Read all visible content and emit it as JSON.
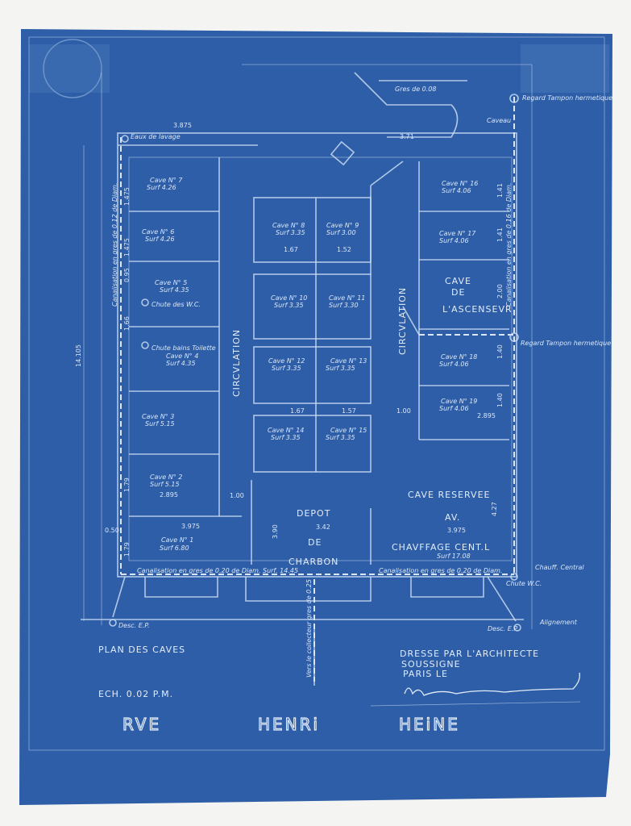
{
  "colors": {
    "paper": "#2d5ea7",
    "line": "#c9dbf3",
    "background": "#f4f4f2"
  },
  "title": "PLAN DES CAVES",
  "scale": "ECH. 0.02 P.M.",
  "street": [
    "RVE",
    "HENRi",
    "HEiNE"
  ],
  "architect": {
    "line1": "DRESSE PAR L'ARCHITECTE",
    "line2": "SOUSSIGNE",
    "line3": "PARIS LE",
    "signature": "Hector Guimard"
  },
  "rooms": [
    {
      "name": "Cave N° 7",
      "surf": "Surf 4.26"
    },
    {
      "name": "Cave N° 6",
      "surf": "Surf 4.26"
    },
    {
      "name": "Cave N° 5",
      "surf": "Surf 4.35"
    },
    {
      "name": "Cave N° 4",
      "surf": "Surf 4.35"
    },
    {
      "name": "Cave N° 3",
      "surf": "Surf 5.15"
    },
    {
      "name": "Cave N° 2",
      "surf": "Surf 5.15"
    },
    {
      "name": "Cave N° 1",
      "surf": "Surf 6.80"
    },
    {
      "name": "Cave N° 8",
      "surf": "Surf 3.35"
    },
    {
      "name": "Cave N° 9",
      "surf": "Surf 3.00"
    },
    {
      "name": "Cave N° 10",
      "surf": "Surf 3.35"
    },
    {
      "name": "Cave N° 11",
      "surf": "Surf 3.30"
    },
    {
      "name": "Cave N° 12",
      "surf": "Surf 3.35"
    },
    {
      "name": "Cave N° 13",
      "surf": "Surf 3.35"
    },
    {
      "name": "Cave N° 14",
      "surf": "Surf 3.35"
    },
    {
      "name": "Cave N° 15",
      "surf": "Surf 3.35"
    },
    {
      "name": "Cave N° 16",
      "surf": "Surf 4.06"
    },
    {
      "name": "Cave N° 17",
      "surf": "Surf 4.06"
    },
    {
      "name": "Cave N° 18",
      "surf": "Surf 4.06"
    },
    {
      "name": "Cave N° 19",
      "surf": "Surf 4.06"
    }
  ],
  "labels": {
    "circ": "CIRCVLATION",
    "cave_asc": [
      "CAVE",
      "DE",
      "L'ASCENSEVR"
    ],
    "depot": [
      "DEPOT",
      "DE",
      "CHARBON"
    ],
    "reserve": [
      "CAVE RESERVEE",
      "AV.",
      "CHAVFFAGE CENT.L"
    ],
    "reserve_surf": "Surf 17.08",
    "eaux": "Eaux de lavage",
    "chute_wc": "Chute des W.C.",
    "chute_bt": "Chute bains Toilette",
    "regard1": "Regard Tampon hermetique",
    "regard2": "Regard Tampon hermetique",
    "gres": "Gres de 0.08",
    "caveau": "Caveau",
    "canal_bottom_left": "Canalisation en gres de 0.20 de Diam. Surf. 14.45",
    "canal_bottom_right": "Canalisation en gres de 0.20 de Diam.",
    "canal_left": "Canalisation en gres de 0.12 de Diam.",
    "canal_right": "Canalisation en gres de 0.16 de Diam.",
    "vers_collecteur": "Vers le collecteur gres de 0.25",
    "chauff": "Chauff. Central",
    "chute_wc2": "Chute W.C.",
    "alignement": "Alignement",
    "desc1": "Desc. E.P.",
    "desc2": "Desc. E.P.",
    "height": "14.105"
  },
  "dims": [
    "3.875",
    "1.475",
    "1.475",
    "0.95",
    "1.66",
    "1.79",
    "1.79",
    "3.975",
    "2.895",
    "1.00",
    "1.67",
    "1.52",
    "1.67",
    "1.57",
    "1.00",
    "3.42",
    "3.90",
    "3.975",
    "4.27",
    "3.71",
    "1.41",
    "1.41",
    "2.00",
    "1.40",
    "1.40",
    "2.895",
    "0.50"
  ]
}
